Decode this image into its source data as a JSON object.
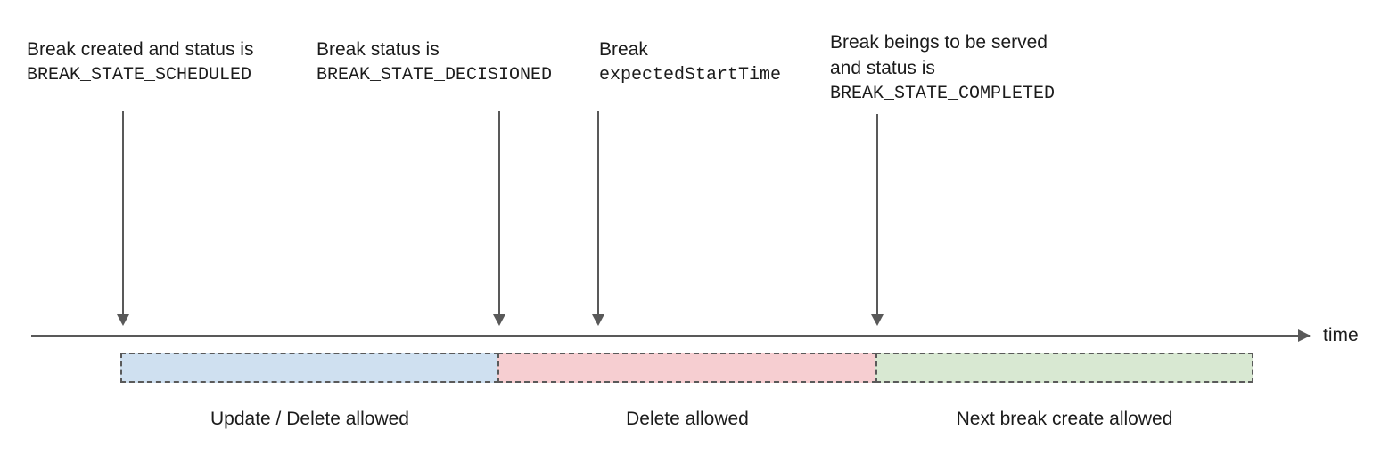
{
  "diagram": {
    "axis": {
      "label": "time",
      "arrow_icon": "arrow-right-icon"
    },
    "annotations": [
      {
        "id": "scheduled",
        "lines": [
          {
            "text": "Break created and status is",
            "style": "prose"
          },
          {
            "text": "BREAK_STATE_SCHEDULED",
            "style": "code"
          }
        ],
        "pointer_icon": "arrow-down-icon"
      },
      {
        "id": "decisioned",
        "lines": [
          {
            "text": "Break status is",
            "style": "prose"
          },
          {
            "text": "BREAK_STATE_DECISIONED",
            "style": "code"
          }
        ],
        "pointer_icon": "arrow-down-icon"
      },
      {
        "id": "expected-start-time",
        "lines": [
          {
            "text": "Break",
            "style": "prose"
          },
          {
            "text": "expectedStartTime",
            "style": "code"
          }
        ],
        "pointer_icon": "arrow-down-icon"
      },
      {
        "id": "completed",
        "lines": [
          {
            "text": "Break beings to be served",
            "style": "prose"
          },
          {
            "text": "and status is",
            "style": "prose"
          },
          {
            "text": "BREAK_STATE_COMPLETED",
            "style": "code"
          }
        ],
        "pointer_icon": "arrow-down-icon"
      }
    ],
    "phases": [
      {
        "id": "update-delete",
        "caption": "Update / Delete allowed",
        "color": "#cfe0f0"
      },
      {
        "id": "delete",
        "caption": "Delete allowed",
        "color": "#f6ced1"
      },
      {
        "id": "next-break",
        "caption": "Next break create allowed",
        "color": "#d8e8d2"
      }
    ],
    "colors": {
      "stroke": "#595959",
      "bar_border": "#5a5a5a",
      "text": "#1b1b1b",
      "background": "#ffffff"
    }
  }
}
